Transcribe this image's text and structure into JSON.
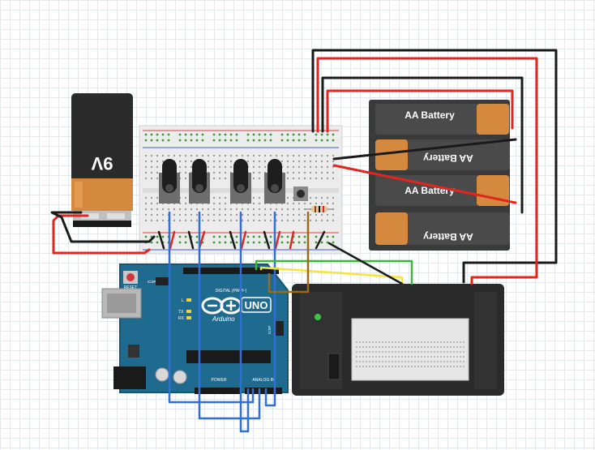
{
  "battery_9v": {
    "label": "9V",
    "colors": {
      "body": "#2b2b2b",
      "band": "#d4893f",
      "band_light": "#e9a25c"
    }
  },
  "aa_pack": {
    "cells": [
      {
        "label": "AA Battery",
        "flipped": false
      },
      {
        "label": "AA Battery",
        "flipped": true
      },
      {
        "label": "AA Battery",
        "flipped": false
      },
      {
        "label": "AA Battery",
        "flipped": true
      }
    ],
    "colors": {
      "case": "#3a3a3a",
      "cell": "#4a4a4a",
      "band": "#d4893f"
    }
  },
  "breadboard": {
    "potentiometer_count": 4,
    "pushbutton_count": 1,
    "resistor_count": 1
  },
  "arduino": {
    "model": "UNO",
    "brand": "Arduino",
    "reset_label": "RESET",
    "icsp_label": "ICSP",
    "icsp2_label": "ICSP2",
    "digital_label": "DIGITAL (PWM~)",
    "power_label": "POWER",
    "analog_label": "ANALOG IN",
    "led_labels": [
      "L",
      "TX",
      "RX"
    ],
    "colors": {
      "board": "#1f6b8f",
      "board_dark": "#175472",
      "logo": "#ffffff"
    }
  },
  "printer": {
    "colors": {
      "body": "#2a2a2a",
      "panel": "#e6e6e6",
      "led": "#3ec24a"
    }
  },
  "wire_colors": {
    "red": "#e0261f",
    "black": "#1a1a1a",
    "blue": "#2f6fd6",
    "yellow": "#f5e43a",
    "green": "#3fb43a",
    "brown": "#9a6a1e"
  }
}
